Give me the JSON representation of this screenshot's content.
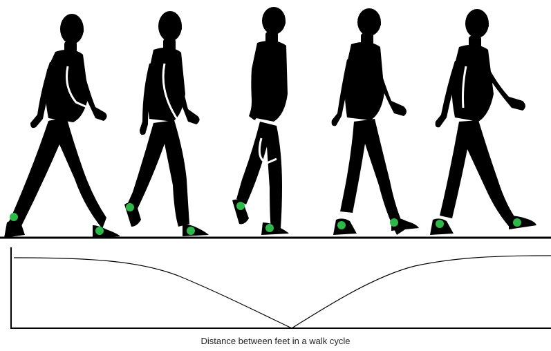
{
  "diagram": {
    "caption": "Distance between feet in a walk cycle",
    "colors": {
      "silhouette": "#000000",
      "foot_marker": "#2fb84a",
      "graph_line": "#000000",
      "background": "#ffffff"
    },
    "figures": [
      {
        "id": "figure-1",
        "pose": "contact-wide-stride"
      },
      {
        "id": "figure-2",
        "pose": "recoil"
      },
      {
        "id": "figure-3",
        "pose": "passing"
      },
      {
        "id": "figure-4",
        "pose": "high-point"
      },
      {
        "id": "figure-5",
        "pose": "contact-wide-stride"
      }
    ],
    "curve": {
      "description_shape": "distance-high-at-ends-zero-at-middle"
    }
  }
}
